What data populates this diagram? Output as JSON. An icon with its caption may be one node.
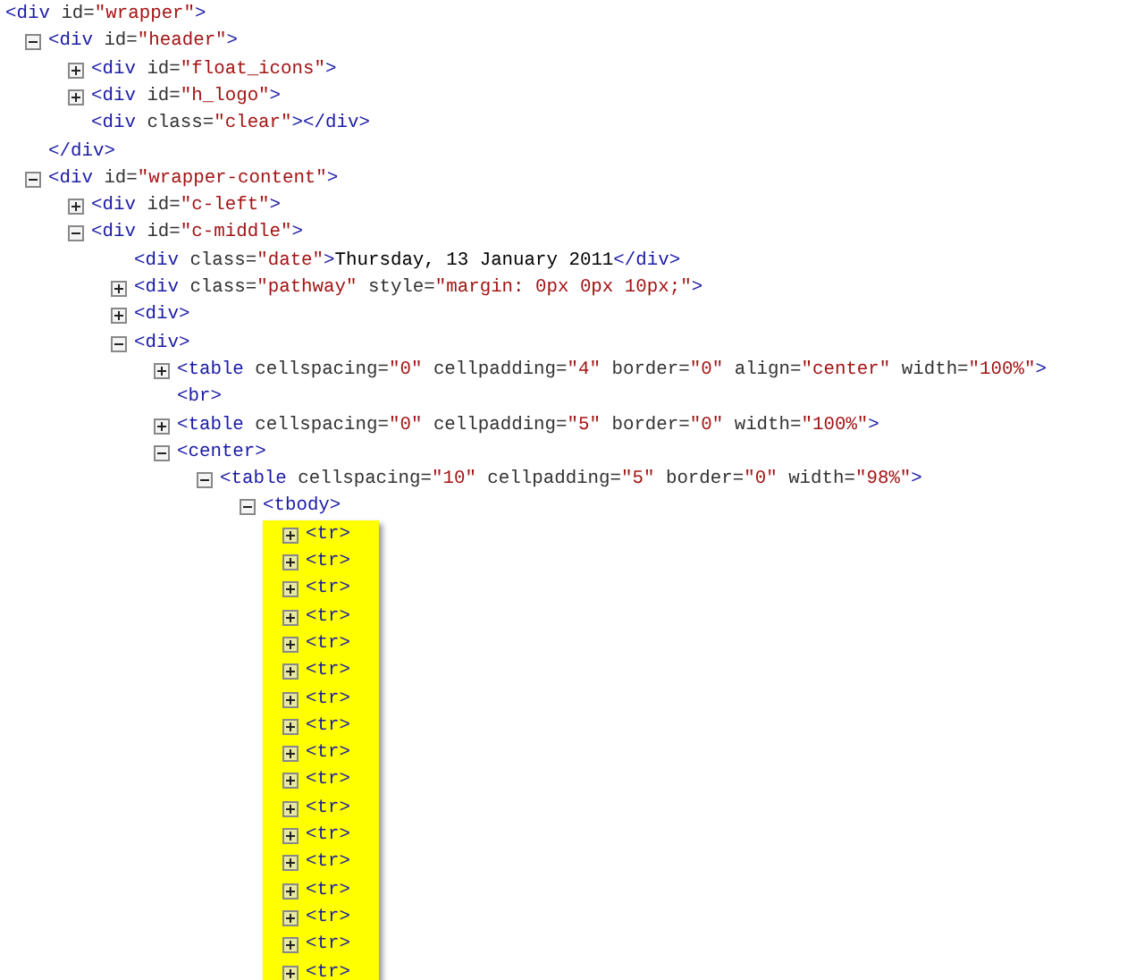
{
  "diagram": {
    "labels": [
      "<div id=\"wrapper\">",
      "<div id=\"header\">",
      "<div id=\"float_icons\">",
      "<div id=\"h_logo\">",
      "<div class=\"clear\"></div>",
      "</div>",
      "<div id=\"wrapper-content\">",
      "<div id=\"c-left\">",
      "<div id=\"c-middle\">",
      "<div class=\"date\">Thursday, 13 January 2011</div>",
      "<div class=\"pathway\" style=\"margin: 0px 0px 10px;\">",
      "<div>",
      "<div>",
      "<table cellspacing=\"0\" cellpadding=\"4\" border=\"0\" align=\"center\" width=\"100%\">",
      "<br>",
      "<table cellspacing=\"0\" cellpadding=\"5\" border=\"0\" width=\"100%\">",
      "<center>",
      "<table cellspacing=\"10\" cellpadding=\"5\" border=\"0\" width=\"98%\">",
      "<tbody>",
      "<tr>",
      "<tr>",
      "<tr>",
      "<tr>",
      "<tr>",
      "<tr>",
      "<tr>",
      "<tr>",
      "<tr>",
      "<tr>",
      "<tr>",
      "<tr>",
      "<tr>",
      "<tr>",
      "<tr>",
      "<tr>",
      "<tr>"
    ]
  }
}
